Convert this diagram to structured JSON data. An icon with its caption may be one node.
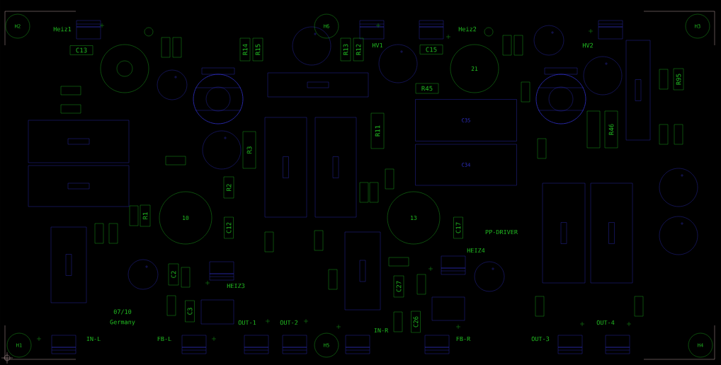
{
  "diagram": {
    "nodes": [
      {
        "text": [
          "H2"
        ]
      },
      {
        "text": [
          "H6"
        ]
      },
      {
        "text": [
          "H3"
        ]
      },
      {
        "text": [
          "H1"
        ]
      },
      {
        "text": [
          "H5"
        ]
      },
      {
        "text": [
          "H4"
        ]
      },
      {
        "text": [
          "C13"
        ]
      },
      {
        "text": [
          "C15"
        ]
      },
      {
        "text": [
          "R14"
        ]
      },
      {
        "text": [
          "R15"
        ]
      },
      {
        "text": [
          "R13"
        ]
      },
      {
        "text": [
          "R12"
        ]
      },
      {
        "text": [
          "R45"
        ]
      },
      {
        "text": [
          "R11"
        ]
      },
      {
        "text": [
          "R3"
        ]
      },
      {
        "text": [
          "R2"
        ]
      },
      {
        "text": [
          "R1"
        ]
      },
      {
        "text": [
          "R46"
        ]
      },
      {
        "text": [
          "R95"
        ]
      },
      {
        "text": [
          "C12"
        ]
      },
      {
        "text": [
          "C17"
        ]
      },
      {
        "text": [
          "C27"
        ]
      },
      {
        "text": [
          "C26"
        ]
      },
      {
        "text": [
          "C2"
        ]
      },
      {
        "text": [
          "C3"
        ]
      },
      {
        "text": [
          "10"
        ]
      },
      {
        "text": [
          "13"
        ]
      },
      {
        "text": [
          "21"
        ]
      },
      {
        "text": [
          "C35"
        ]
      },
      {
        "text": [
          "C34"
        ]
      }
    ],
    "labels": [
      "Heiz1",
      "Heiz2",
      "HV1",
      "HV2",
      "PP-DRIVER",
      "HEIZ4",
      "HEIZ3",
      "07/10",
      "Germany",
      "OUT-1",
      "OUT-2",
      "OUT-4",
      "IN-R",
      "IN-L",
      "FB-L",
      "FB-R",
      "OUT-3"
    ]
  }
}
